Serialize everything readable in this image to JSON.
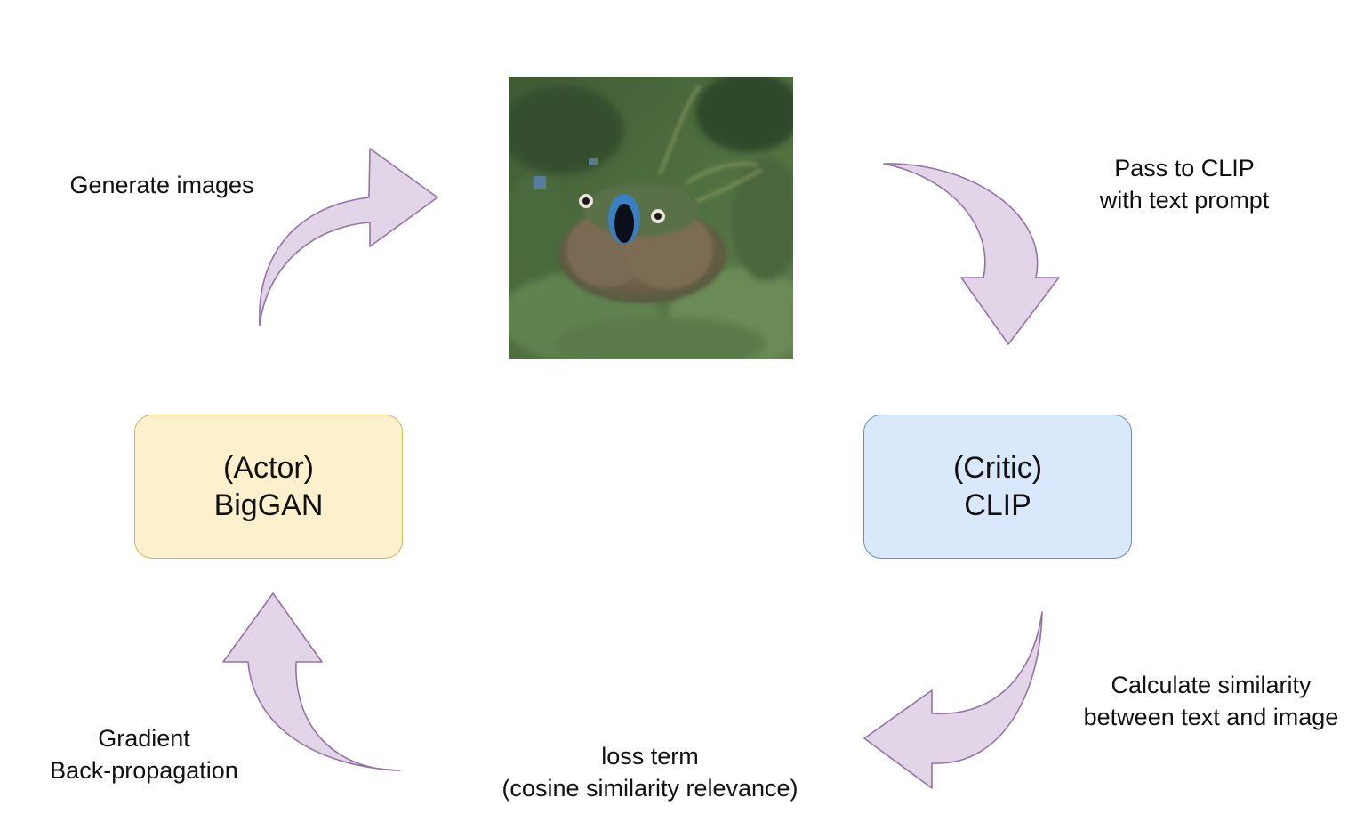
{
  "nodes": {
    "actor": {
      "role": "(Actor)",
      "name": "BigGAN"
    },
    "critic": {
      "role": "(Critic)",
      "name": "CLIP"
    }
  },
  "edges": {
    "generate": {
      "label": "Generate images"
    },
    "pass_to_clip": {
      "line1": "Pass to CLIP",
      "line2": "with text prompt"
    },
    "similarity": {
      "line1": "Calculate similarity",
      "line2": "between text and image"
    },
    "loss": {
      "line1": "loss term",
      "line2": "(cosine similarity relevance)"
    },
    "gradient": {
      "line1": "Gradient",
      "line2": "Back-propagation"
    }
  },
  "generated_image": {
    "description": "generated-bird-image"
  },
  "colors": {
    "arrow_fill": "#e1d5e7",
    "arrow_stroke": "#9673a6",
    "actor_fill": "#fdf1cd",
    "actor_stroke": "#d6b656",
    "critic_fill": "#dae8fc",
    "critic_stroke": "#6c8ebf"
  }
}
